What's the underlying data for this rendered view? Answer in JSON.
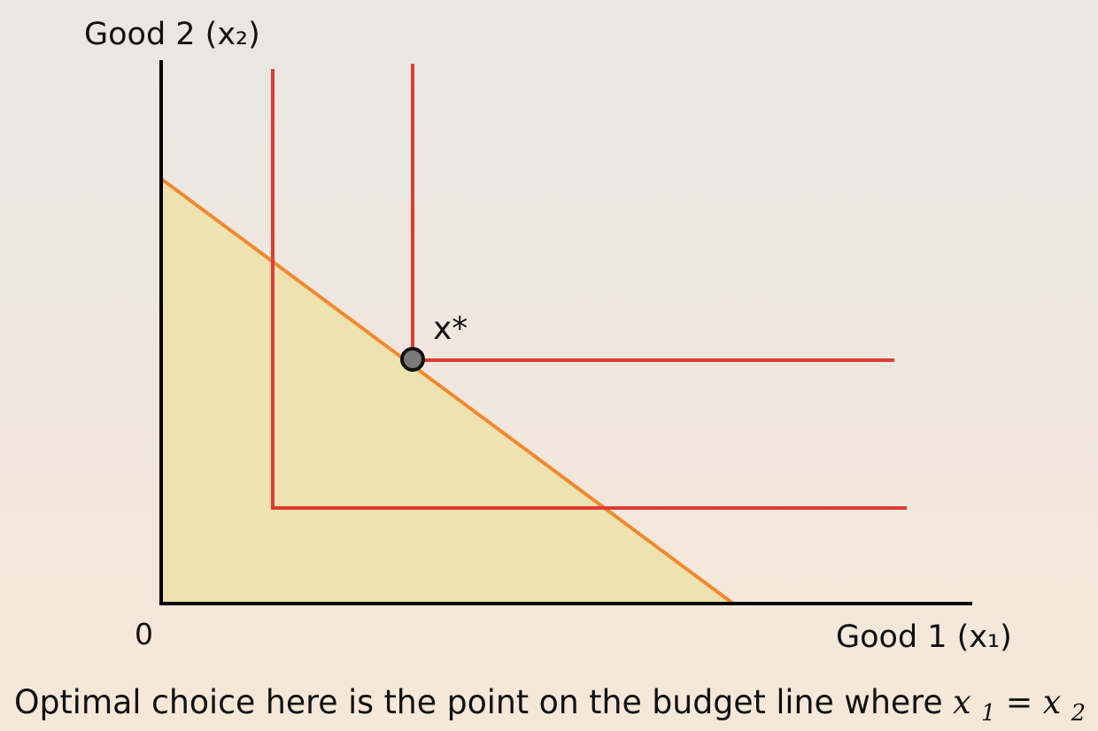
{
  "axes": {
    "y_label": "Good 2 (x₂)",
    "x_label": "Good 1 (x₁)",
    "origin_label": "0"
  },
  "optimum": {
    "label": "x*"
  },
  "caption": {
    "text": "Optimal choice here is the point on the budget line where",
    "math_lhs": "x",
    "math_lhs_sub": "1",
    "math_eq": " = ",
    "math_rhs": "x",
    "math_rhs_sub": "2"
  },
  "colors": {
    "axis": "#000000",
    "budget_line": "#f0892f",
    "budget_fill": "#ede2b0",
    "indifference": "#dc3c32",
    "point_fill": "#7a7a7a",
    "point_stroke": "#111111"
  }
}
